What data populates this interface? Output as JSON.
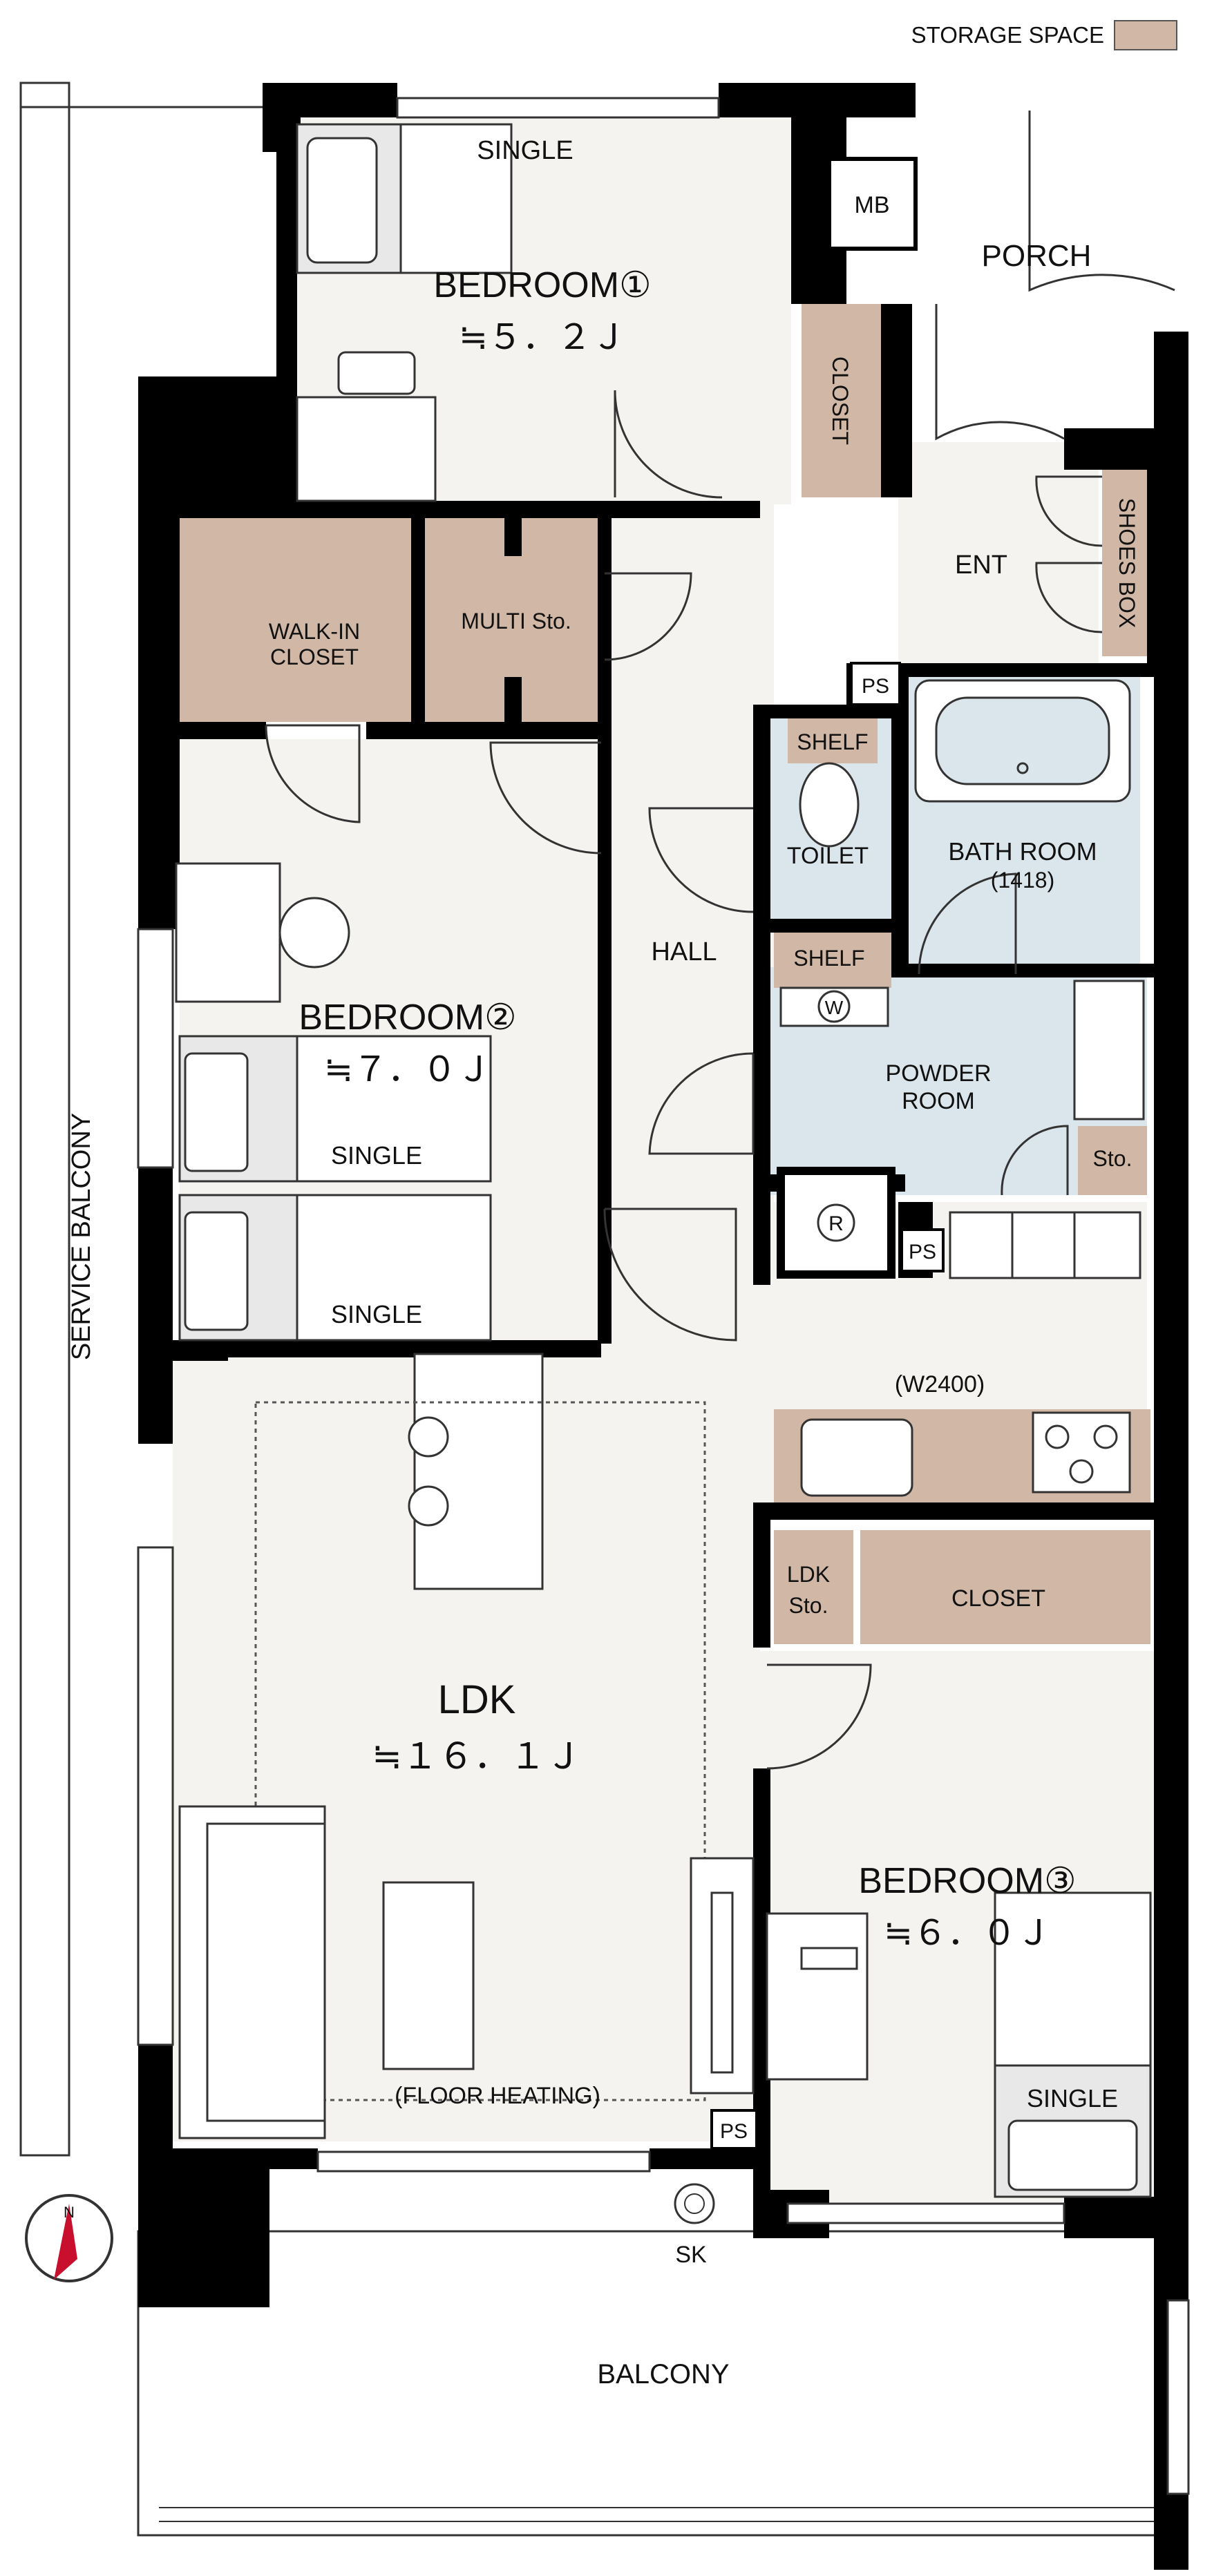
{
  "legend": {
    "label": "STORAGE SPACE",
    "color": "#d1b7a5"
  },
  "colors": {
    "wall": "#000000",
    "floor": "#f4f3ef",
    "wet": "#dbe6ec",
    "storage": "#d1b7a5"
  },
  "rooms": {
    "bedroom1": {
      "name": "BEDROOM①",
      "size": "≒５．２Ｊ"
    },
    "bedroom2": {
      "name": "BEDROOM②",
      "size": "≒７．０Ｊ"
    },
    "bedroom3": {
      "name": "BEDROOM③",
      "size": "≒６．０Ｊ"
    },
    "ldk": {
      "name": "LDK",
      "size": "≒１６．１Ｊ",
      "note": "(FLOOR HEATING)"
    },
    "hall": "HALL",
    "porch": "PORCH",
    "ent": "ENT",
    "toilet": "TOILET",
    "bath": {
      "name": "BATH ROOM",
      "size": "(1418)"
    },
    "powder": {
      "line1": "POWDER",
      "line2": "ROOM"
    },
    "balcony": "BALCONY",
    "service_balcony": "SERVICE BALCONY"
  },
  "storage": {
    "walk_in_closet": {
      "line1": "WALK-IN",
      "line2": "CLOSET"
    },
    "multi": "MULTI Sto.",
    "closet_b1": "CLOSET",
    "shoes_box": "SHOES BOX",
    "shelf_toilet": "SHELF",
    "shelf_powder": "SHELF",
    "powder_sto": "Sto.",
    "ldk_sto": {
      "line1": "LDK",
      "line2": "Sto."
    },
    "closet_b3": "CLOSET"
  },
  "fixtures": {
    "mb": "MB",
    "ps1": "PS",
    "ps2": "PS",
    "ps3": "PS",
    "sk": "SK",
    "washer": "W",
    "fridge": "R",
    "kitchen": "(W2400)"
  },
  "furniture": {
    "bed_b1": "SINGLE",
    "bed_b2a": "SINGLE",
    "bed_b2b": "SINGLE",
    "bed_b3": "SINGLE"
  },
  "compass": "N"
}
